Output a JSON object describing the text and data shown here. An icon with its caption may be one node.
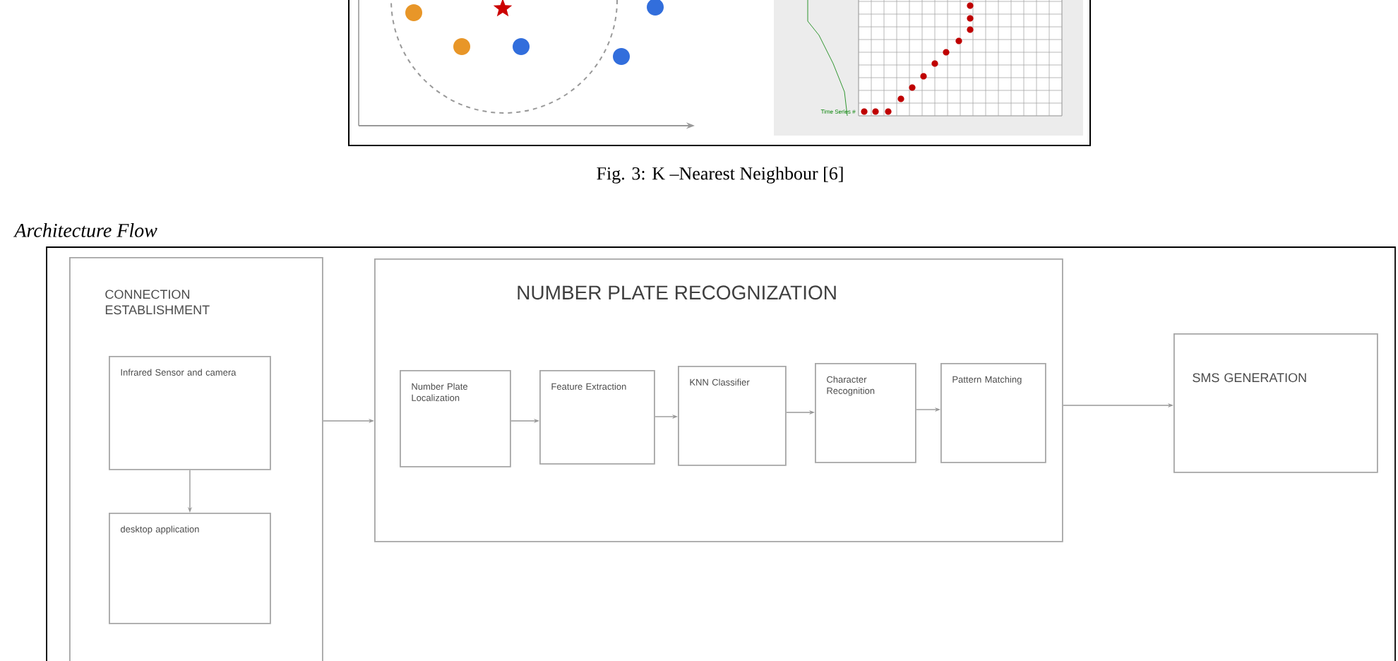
{
  "diagram": {
    "title": "Architecture Flow",
    "nodes": [
      {
        "text": [
          "CONNECTION ESTABLISHMENT"
        ]
      },
      {
        "text": [
          "Infrared Sensor and camera"
        ],
        "in": 0
      },
      {
        "text": [
          "desktop application"
        ],
        "in": 0
      },
      {
        "text": [
          "NUMBER PLATE RECOGNIZATION"
        ]
      },
      {
        "text": [
          "Number Plate Localization"
        ],
        "in": 3
      },
      {
        "text": [
          "Feature Extraction"
        ],
        "in": 3
      },
      {
        "text": [
          "KNN Classifier"
        ],
        "in": 3
      },
      {
        "text": [
          "Character Recognition"
        ],
        "in": 3
      },
      {
        "text": [
          "Pattern Matching"
        ],
        "in": 3
      },
      {
        "text": [
          "SMS GENERATION"
        ]
      }
    ],
    "edges": [
      {
        "from": 1,
        "to": 2,
        "arrow": "to"
      },
      {
        "from": 0,
        "to": 3,
        "arrow": "to"
      },
      {
        "from": 4,
        "to": 5,
        "arrow": "to"
      },
      {
        "from": 5,
        "to": 6,
        "arrow": "to"
      },
      {
        "from": 6,
        "to": 7,
        "arrow": "to"
      },
      {
        "from": 7,
        "to": 8,
        "arrow": "to"
      },
      {
        "from": 3,
        "to": 9,
        "arrow": "to"
      }
    ],
    "labels": [
      "Time Series #",
      "Fig. 3: K –Nearest Neighbour [6]"
    ]
  }
}
